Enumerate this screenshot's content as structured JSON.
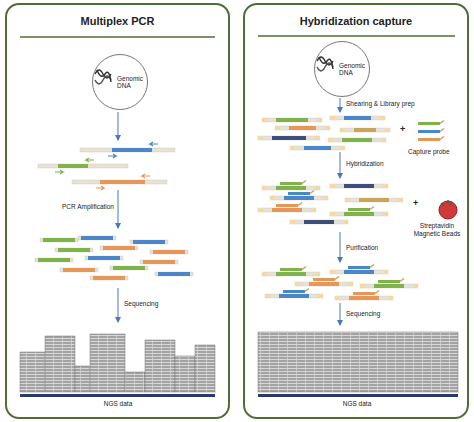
{
  "diagram": {
    "nodes": [
      {
        "text": [
          "Multiplex PCR"
        ]
      },
      {
        "text": [
          "Hybridization capture"
        ]
      },
      {
        "text": [
          "Genomic DNA"
        ],
        "in": 0
      },
      {
        "text": [
          "Genomic DNA"
        ],
        "in": 1
      }
    ],
    "labels": [
      "PCR Amplification",
      "Sequencing",
      "NGS data",
      "Shearing & Library prep",
      "+",
      "Capture probe",
      "Hybridization",
      "+",
      "Streptavidin Magnetic Beads",
      "Purification",
      "Sequencing",
      "NGS data"
    ]
  }
}
